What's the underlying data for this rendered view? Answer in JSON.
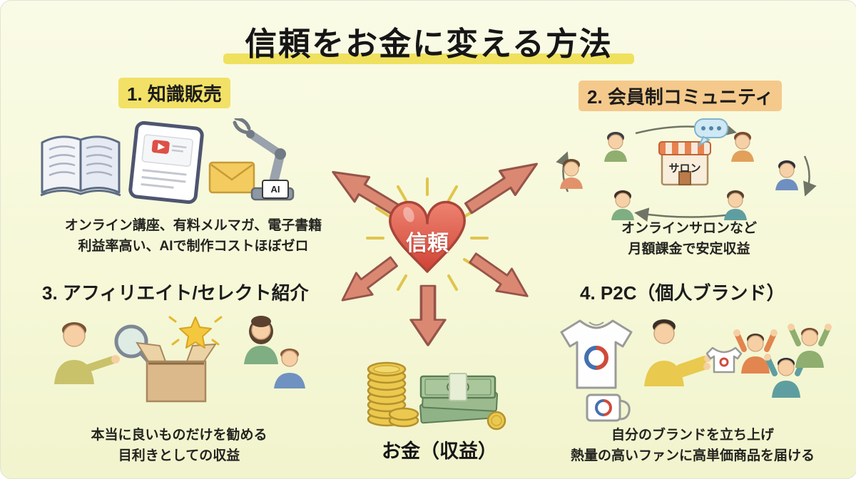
{
  "title": {
    "text": "信頼をお金に変える方法"
  },
  "center": {
    "heart_label": "信頼",
    "heart_color": "#d94c3d"
  },
  "money": {
    "label": "お金（収益）"
  },
  "colors": {
    "background": "#f6f8d8",
    "arrow": "#db8872",
    "highlight_yellow": "#f2e166",
    "highlight_orange": "#f4c98b",
    "title_marker": "#efe15e"
  },
  "sections": {
    "knowledge": {
      "header": "1. 知識販売",
      "caption": [
        "オンライン講座、有料メルマガ、電子書籍",
        "利益率高い、AIで制作コストほぼゼロ"
      ],
      "ai_label": "AI"
    },
    "community": {
      "header": "2. 会員制コミュニティ",
      "caption": [
        "オンラインサロンなど",
        "月額課金で安定収益"
      ],
      "salon_label": "サロン"
    },
    "affiliate": {
      "header": "3. アフィリエイト/セレクト紹介",
      "caption": [
        "本当に良いものだけを勧める",
        "目利きとしての収益"
      ]
    },
    "p2c": {
      "header": "4. P2C（個人ブランド）",
      "caption": [
        "自分のブランドを立ち上げ",
        "熱量の高いファンに高単価商品を届ける"
      ]
    }
  }
}
